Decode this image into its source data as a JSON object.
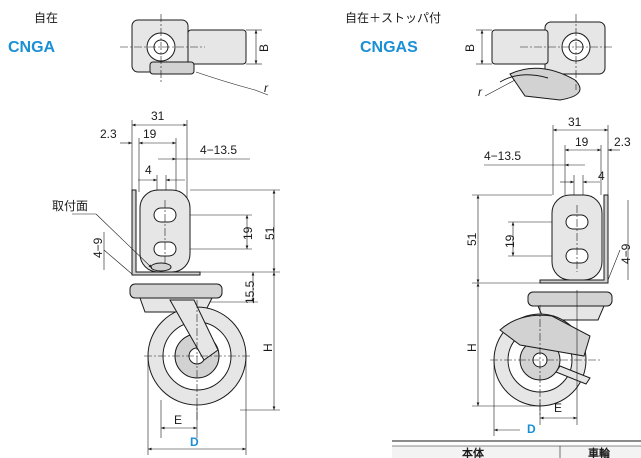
{
  "left": {
    "type_label": "自在",
    "model": "CNGA",
    "mount_label": "取付面",
    "dims": {
      "b": "B",
      "r": "r",
      "d31": "31",
      "d23": "2.3",
      "d19": "19",
      "holes": "4−13.5",
      "d4": "4",
      "slot19": "19",
      "d51": "51",
      "d49": "4−9",
      "d155": "15.5",
      "h": "H",
      "e": "E",
      "d": "D"
    }
  },
  "right": {
    "type_label": "自在＋ストッパ付",
    "model": "CNGAS",
    "dims": {
      "b": "B",
      "r": "r",
      "d31": "31",
      "d19": "19",
      "d23": "2.3",
      "holes": "4−13.5",
      "d4": "4",
      "d51": "51",
      "slot19": "19",
      "d49": "4−9",
      "h": "H",
      "e": "E",
      "d": "D"
    }
  },
  "table": {
    "col1": "本体",
    "col2": "車輪"
  },
  "colors": {
    "accent": "#1a8fd6",
    "line": "#1a1a1a",
    "part_fill": "#e6e6e6"
  }
}
